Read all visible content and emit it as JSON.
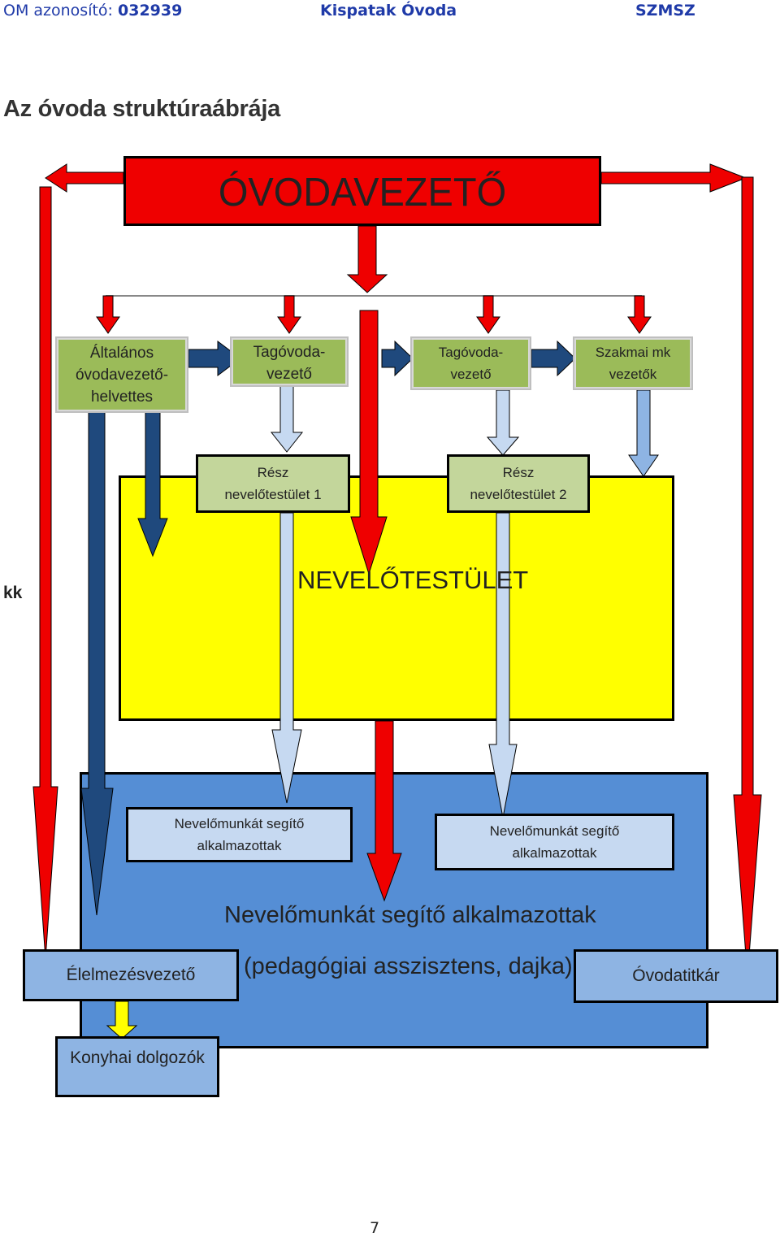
{
  "header": {
    "om_label": "OM azonosító: ",
    "om_id": "032939",
    "institution": "Kispatak Óvoda",
    "doc_type": "SZMSZ"
  },
  "title": "Az óvoda struktúraábrája",
  "diagram": {
    "leader": "ÓVODAVEZETŐ",
    "deputy": [
      "Általános",
      "óvodavezető-",
      "helvettes"
    ],
    "tag1": [
      "Tagóvoda-",
      "vezető"
    ],
    "tag2": [
      "Tagóvoda-",
      "vezető"
    ],
    "szakmai": [
      "Szakmai mk",
      "vezetők"
    ],
    "resz1": [
      "Rész",
      "nevelőtestület 1"
    ],
    "resz2": [
      "Rész",
      "nevelőtestület 2"
    ],
    "nevelotestulet": "NEVELŐTESTÜLET",
    "kk": "kk",
    "seg1": [
      "Nevelőmunkát segítő",
      "alkalmazottak"
    ],
    "seg2": [
      "Nevelőmunkát segítő",
      "alkalmazottak"
    ],
    "main_line1": "Nevelőmunkát segítő alkalmazottak",
    "main_line2": "(pedagógiai asszisztens, dajka)",
    "elelmezes": "Élelmezésvezető",
    "titkar": "Óvodatitkár",
    "konyha": "Konyhai dolgozók"
  },
  "colors": {
    "red": "#ef0000",
    "navy": "#1f497d",
    "light_arrow": "#c6d9f1",
    "yellow": "#ffff00",
    "blue": "#558ed5",
    "green": "#9bbb59"
  },
  "page_number": "7"
}
